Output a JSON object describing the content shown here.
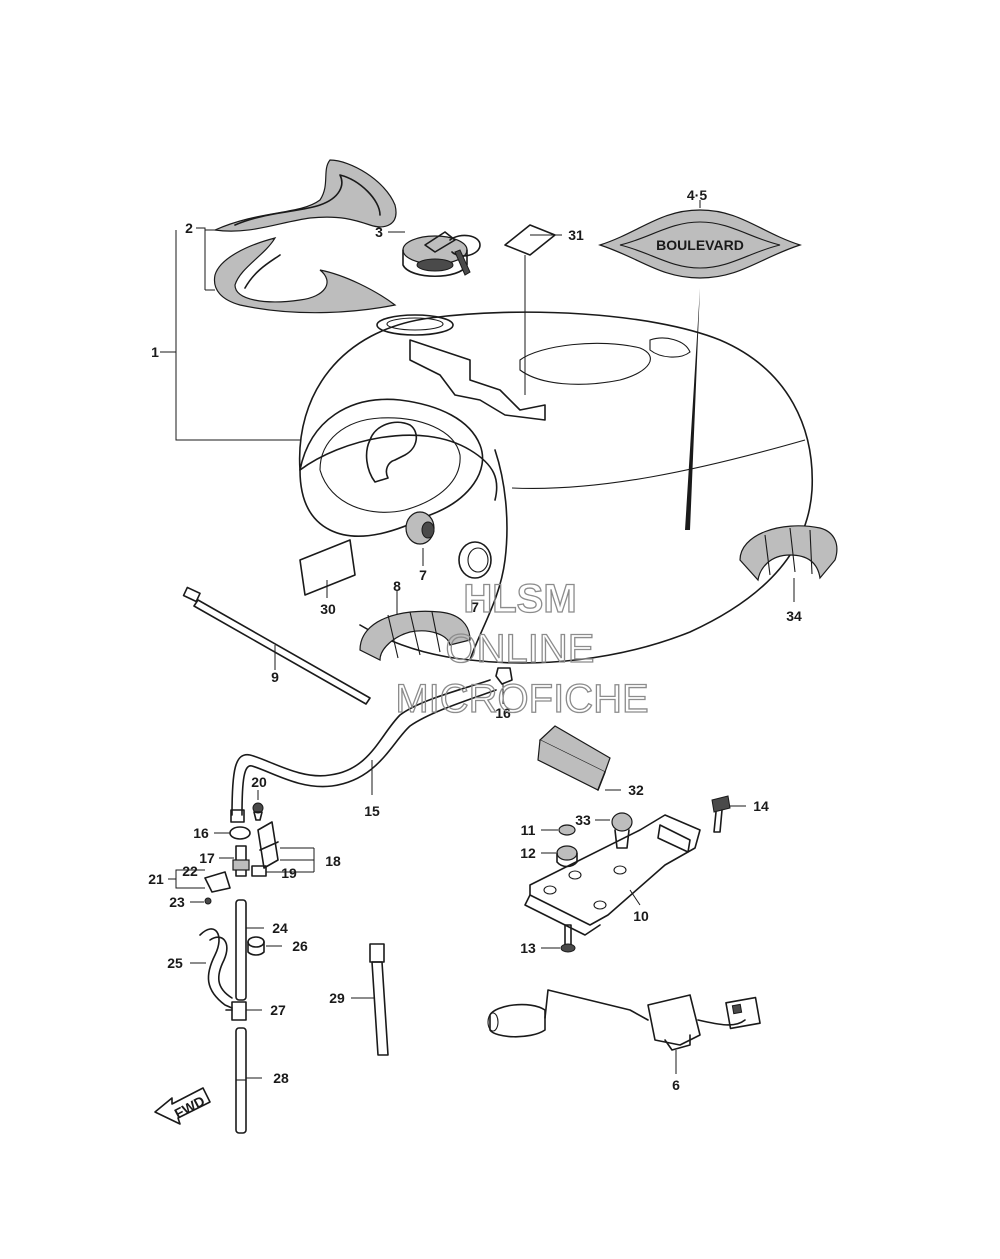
{
  "callouts": [
    {
      "id": "c1",
      "text": "1"
    },
    {
      "id": "c2",
      "text": "2"
    },
    {
      "id": "c3",
      "text": "3"
    },
    {
      "id": "c45",
      "text": "4·5"
    },
    {
      "id": "c31",
      "text": "31"
    },
    {
      "id": "c7a",
      "text": "7"
    },
    {
      "id": "c7b",
      "text": "7"
    },
    {
      "id": "c8",
      "text": "8"
    },
    {
      "id": "c30",
      "text": "30"
    },
    {
      "id": "c34",
      "text": "34"
    },
    {
      "id": "c9",
      "text": "9"
    },
    {
      "id": "c16a",
      "text": "16"
    },
    {
      "id": "c15",
      "text": "15"
    },
    {
      "id": "c20",
      "text": "20"
    },
    {
      "id": "c16b",
      "text": "16"
    },
    {
      "id": "c17",
      "text": "17"
    },
    {
      "id": "c18",
      "text": "18"
    },
    {
      "id": "c19",
      "text": "19"
    },
    {
      "id": "c21",
      "text": "21"
    },
    {
      "id": "c22",
      "text": "22"
    },
    {
      "id": "c23",
      "text": "23"
    },
    {
      "id": "c24",
      "text": "24"
    },
    {
      "id": "c26",
      "text": "26"
    },
    {
      "id": "c25",
      "text": "25"
    },
    {
      "id": "c27",
      "text": "27"
    },
    {
      "id": "c28",
      "text": "28"
    },
    {
      "id": "c29",
      "text": "29"
    },
    {
      "id": "c32",
      "text": "32"
    },
    {
      "id": "c14",
      "text": "14"
    },
    {
      "id": "c33",
      "text": "33"
    },
    {
      "id": "c11",
      "text": "11"
    },
    {
      "id": "c12",
      "text": "12"
    },
    {
      "id": "c10",
      "text": "10"
    },
    {
      "id": "c13",
      "text": "13"
    },
    {
      "id": "c6",
      "text": "6"
    }
  ],
  "emblem_text": "BOULEVARD",
  "fwd_label": "FWD",
  "watermark": {
    "line1": "HLSM",
    "line2": "ONLINE",
    "line3": "MICROFICHE"
  }
}
